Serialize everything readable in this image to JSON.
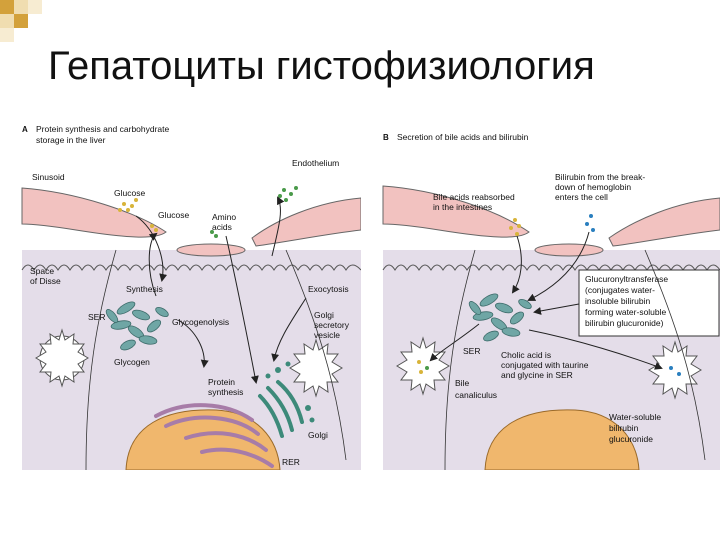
{
  "slide": {
    "title": "Гепатоциты гистофизиология"
  },
  "colors": {
    "accent_square": "#d3a13b",
    "pale_square": "#f0ddb0",
    "cytoplasm": "#e4dde9",
    "sinusoid": "#f2c2c0",
    "nucleus": "#f0b76d",
    "ser": "#6fa6a5",
    "rer": "#a77ca8",
    "dots_glucose": "#d8b43a",
    "dots_amino": "#4a9a4a",
    "dots_blue": "#2a7fbf"
  },
  "panel_a": {
    "letter": "A",
    "heading_line1": "Protein synthesis and carbohydrate",
    "heading_line2": "storage in the liver",
    "labels": {
      "sinusoid": "Sinusoid",
      "glucose1": "Glucose",
      "glucose2": "Glucose",
      "amino1": "Amino",
      "amino2": "acids",
      "endothelium": "Endothelium",
      "space1": "Space",
      "space2": "of Disse",
      "synthesis": "Synthesis",
      "exocytosis": "Exocytosis",
      "ser": "SER",
      "glycogenolysis": "Glycogenolysis",
      "golgi_sv1": "Golgi",
      "golgi_sv2": "secretory",
      "golgi_sv3": "vesicle",
      "glycogen": "Glycogen",
      "protein1": "Protein",
      "protein2": "synthesis",
      "golgi": "Golgi",
      "rer": "RER"
    }
  },
  "panel_b": {
    "letter": "B",
    "heading": "Secretion of bile acids and bilirubin",
    "labels": {
      "bile_reabs1": "Bile acids reabsorbed",
      "bile_reabs2": "in the intestines",
      "bilirubin1": "Bilirubin from the break-",
      "bilirubin2": "down of hemoglobin",
      "bilirubin3": "enters the cell",
      "gt1": "Glucuronyltransferase",
      "gt2": "(conjugates water-",
      "gt3": "insoluble bilirubin",
      "gt4": "forming water-soluble",
      "gt5": "bilirubin glucuronide)",
      "ser": "SER",
      "cholic1": "Cholic acid is",
      "cholic2": "conjugated with taurine",
      "cholic3": "and glycine in SER",
      "bile_can1": "Bile",
      "bile_can2": "canaliculus",
      "ws1": "Water-soluble",
      "ws2": "bilirubin",
      "ws3": "glucuronide"
    }
  }
}
